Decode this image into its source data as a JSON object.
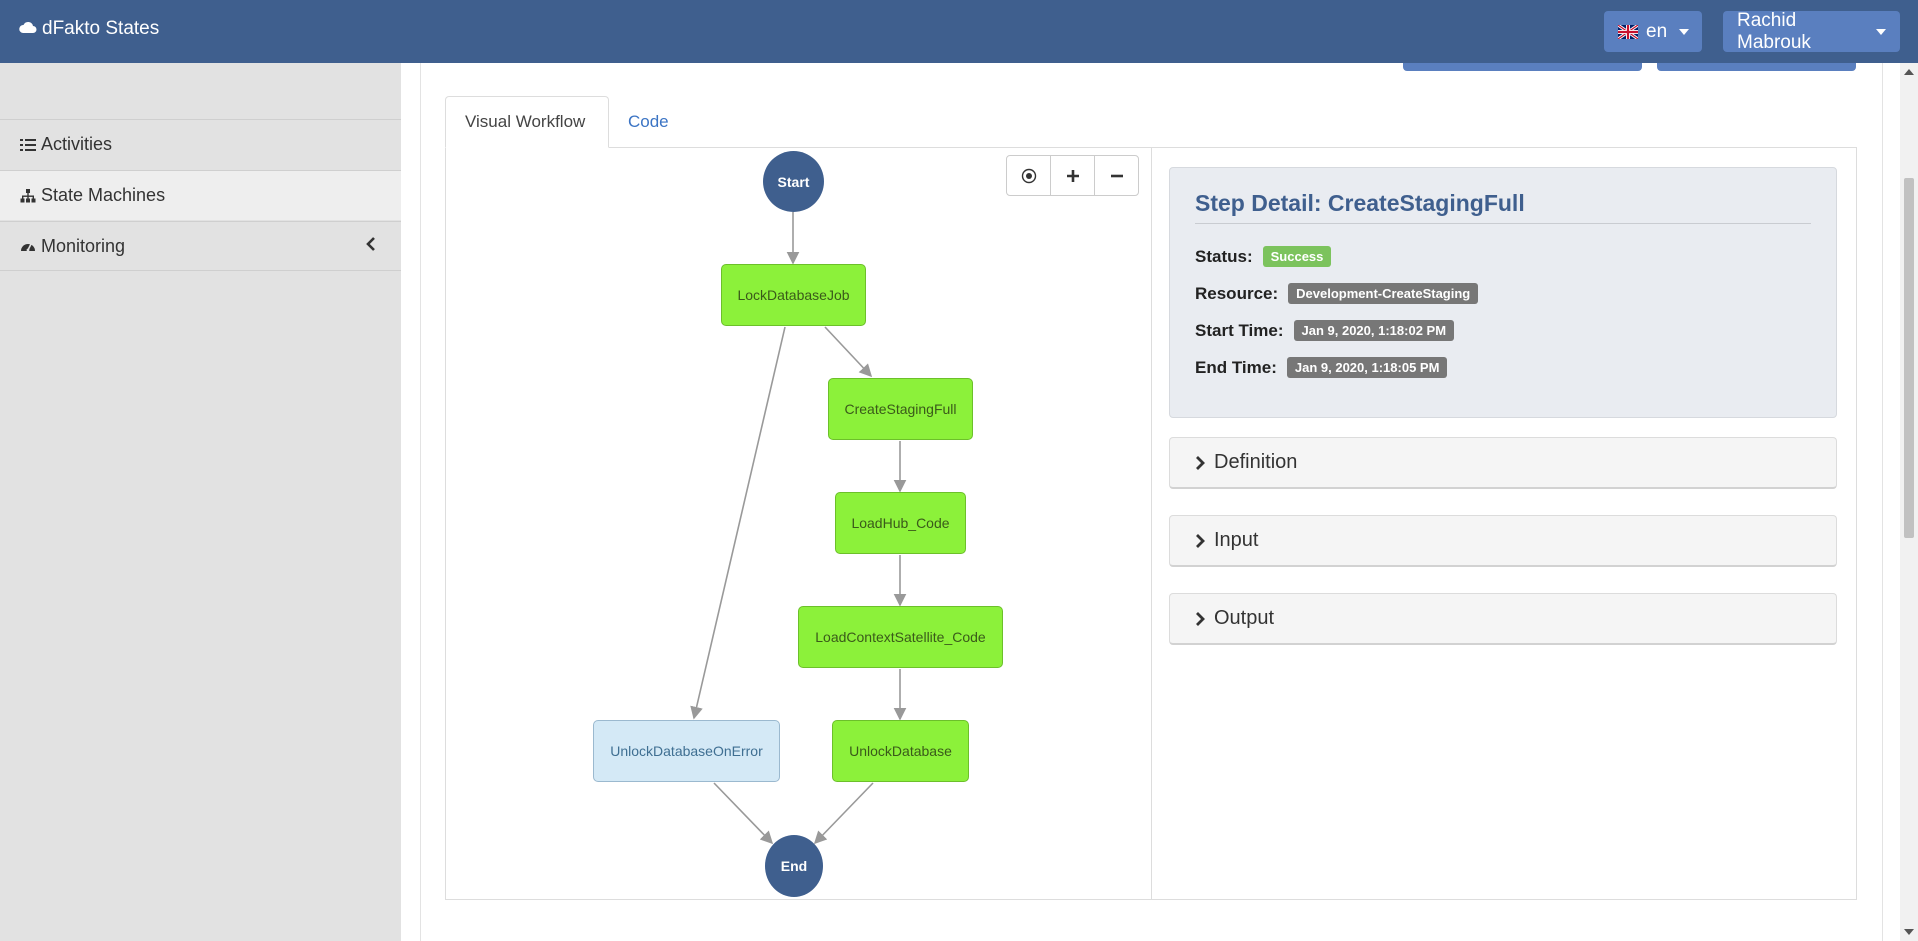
{
  "navbar": {
    "brand": "dFakto States",
    "language": "en",
    "user": "Rachid Mabrouk"
  },
  "sidebar": {
    "items": [
      {
        "label": "Activities",
        "icon": "list-icon"
      },
      {
        "label": "State Machines",
        "icon": "sitemap-icon"
      },
      {
        "label": "Monitoring",
        "icon": "dashboard-icon"
      }
    ]
  },
  "tabs": [
    {
      "label": "Visual Workflow"
    },
    {
      "label": "Code"
    }
  ],
  "workflow": {
    "nodes": {
      "start": "Start",
      "lock": "LockDatabaseJob",
      "staging": "CreateStagingFull",
      "hub": "LoadHub_Code",
      "satellite": "LoadContextSatellite_Code",
      "unlock": "UnlockDatabase",
      "unlock_error": "UnlockDatabaseOnError",
      "end": "End"
    },
    "success_color": "#8cf13a",
    "error_color": "#d4e9f6"
  },
  "detail": {
    "title": "Step Detail: CreateStagingFull",
    "status_label": "Status:",
    "status_value": "Success",
    "resource_label": "Resource:",
    "resource_value": "Development-CreateStaging",
    "start_label": "Start Time:",
    "start_value": "Jan 9, 2020, 1:18:02 PM",
    "end_label": "End Time:",
    "end_value": "Jan 9, 2020, 1:18:05 PM"
  },
  "accordions": [
    {
      "label": "Definition"
    },
    {
      "label": "Input"
    },
    {
      "label": "Output"
    }
  ],
  "colors": {
    "navbar": "#3f5f8e",
    "button": "#5a7fbf",
    "sidebar": "#e2e2e2",
    "accent": "#3f5f8e"
  }
}
